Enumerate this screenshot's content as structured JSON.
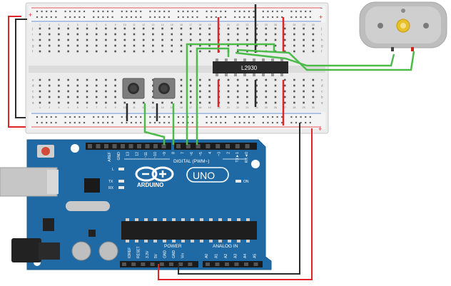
{
  "breadboard": {
    "rail_plus": "+",
    "rail_minus": "-",
    "row_letters_top": [
      "j",
      "i",
      "h",
      "g",
      "f"
    ],
    "row_letters_bottom": [
      "e",
      "d",
      "c",
      "b",
      "a"
    ],
    "column_numbers": [
      "1",
      "2",
      "3",
      "4",
      "5",
      "6",
      "7",
      "8",
      "9",
      "10",
      "11",
      "12",
      "13",
      "14",
      "15",
      "16",
      "17",
      "18",
      "19",
      "20",
      "21",
      "22",
      "23",
      "24",
      "25",
      "26",
      "27",
      "28",
      "29",
      "30"
    ]
  },
  "chip": {
    "label": "L2930"
  },
  "arduino": {
    "logo_text": "ARDUINO",
    "model": "UNO",
    "on_label": "ON",
    "led_l": "L",
    "led_tx": "TX",
    "led_rx": "RX",
    "digital_label": "DIGITAL (PWM~)",
    "power_label": "POWER",
    "analog_label": "ANALOG IN",
    "digital_pins": [
      "AREF",
      "GND",
      "13",
      "12",
      "~11",
      "~10",
      "~9",
      "8",
      "7",
      "~6",
      "~5",
      "4",
      "~3",
      "2",
      "TX►1",
      "RX◄0"
    ],
    "power_pins": [
      "IOREF",
      "RESET",
      "3.3V",
      "5V",
      "GND",
      "GND",
      "Vin"
    ],
    "analog_pins": [
      "A0",
      "A1",
      "A2",
      "A3",
      "A4",
      "A5"
    ]
  },
  "colors": {
    "board_blue": "#1f6aa5",
    "wire_red": "#e0242a",
    "wire_green": "#4cbb4a",
    "wire_black": "#2b2b2b",
    "breadboard": "#e8e8e8"
  },
  "icons": {
    "motor": "dc-motor-icon",
    "button": "pushbutton-icon"
  }
}
